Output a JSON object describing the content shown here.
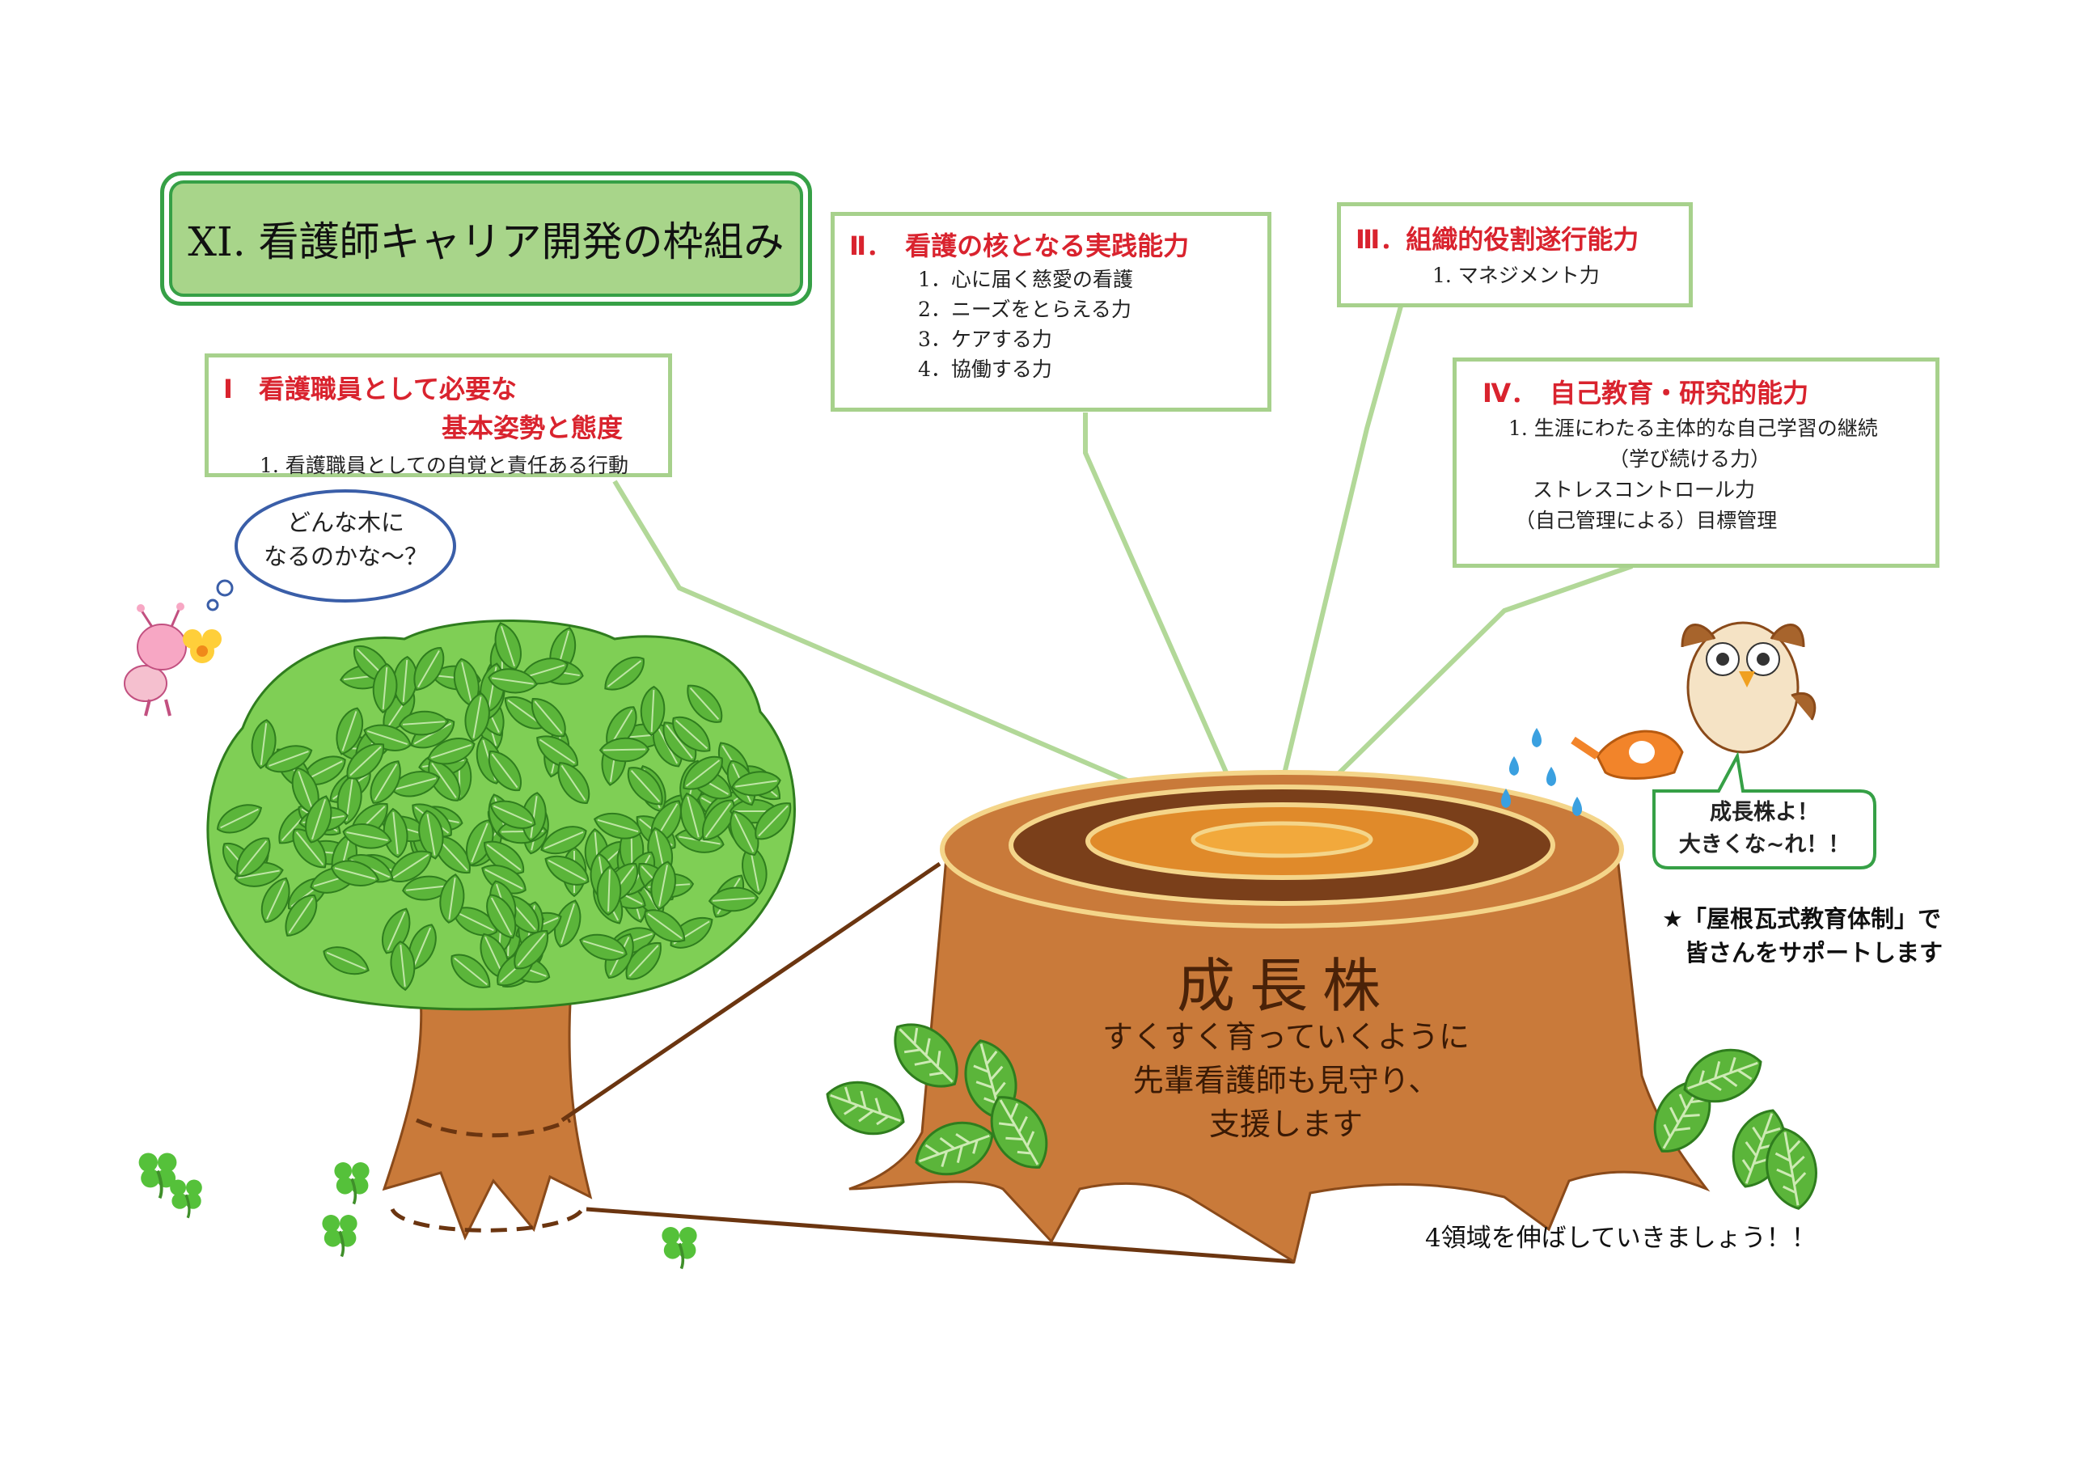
{
  "title": "XI. 看護師キャリア開発の枠組み",
  "boxes": {
    "b1": {
      "head_line1": "Ⅰ　看護職員として必要な",
      "head_line2": "基本姿勢と態度",
      "items": [
        "1. 看護職員としての自覚と責任ある行動"
      ]
    },
    "b2": {
      "head": "Ⅱ．　看護の核となる実践能力",
      "items": [
        "1．心に届く慈愛の看護",
        "2．ニーズをとらえる力",
        "3．ケアする力",
        "4．協働する力"
      ]
    },
    "b3": {
      "head": "Ⅲ．組織的役割遂行能力",
      "items": [
        "1. マネジメント力"
      ]
    },
    "b4": {
      "head": "Ⅳ．　自己教育・研究的能力",
      "items": [
        "1. 生涯にわたる主体的な自己学習の継続",
        "（学び続ける力）",
        "ストレスコントロール力",
        "（自己管理による）目標管理"
      ]
    }
  },
  "bubbles": {
    "thought": [
      "どんな木に",
      "なるのかな～？"
    ],
    "owl": [
      "成長株よ！",
      "大きくな~れ！！"
    ]
  },
  "stump": {
    "title": "成長株",
    "lines": [
      "すくすく育っていくように",
      "先輩看護師も見守り、",
      "支援します"
    ]
  },
  "note": [
    "★「屋根瓦式教育体制」で",
    "皆さんをサポートします"
  ],
  "footer": "4領域を伸ばしていきましょう！！",
  "colors": {
    "red": "#d9232e",
    "green_border": "#a7d18c",
    "title_fill": "#a8d58a",
    "stump": "#c97a3a",
    "leaf": "#5bb53a"
  }
}
